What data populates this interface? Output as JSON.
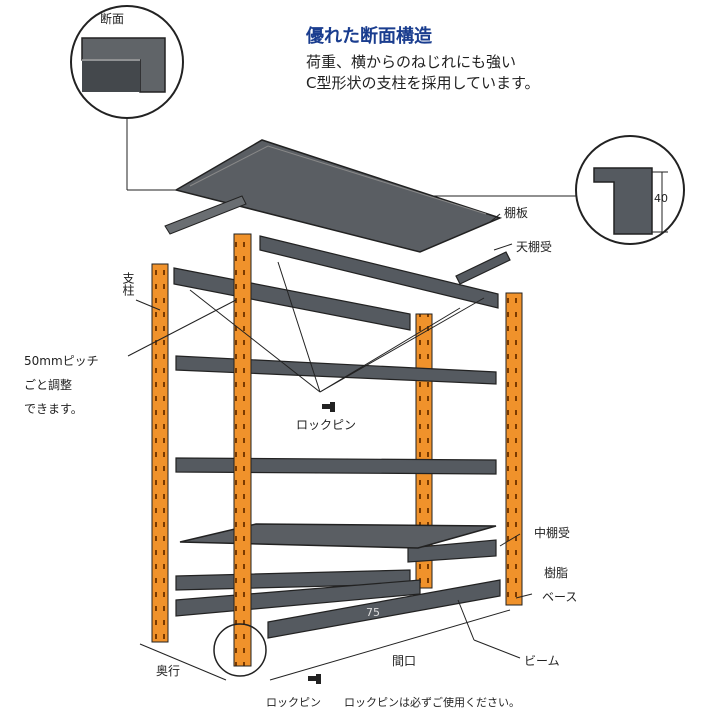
{
  "headline": {
    "title": "優れた断面構造",
    "line1": "荷重、横からのねじれにも強い",
    "line2": "C型形状の支柱を採用しています。"
  },
  "callouts": {
    "section": "断面",
    "dimension": "40",
    "shelf_board": "棚板",
    "top_shelf_support": "天棚受",
    "post": "支柱",
    "pitch_line1": "50mmピッチ",
    "pitch_line2": "ごと調整",
    "pitch_line3": "できます。",
    "lock_pin": "ロックピン",
    "middle_shelf_support": "中棚受",
    "resin": "樹脂",
    "base": "ベース",
    "beam": "ビーム",
    "depth": "奥行",
    "width": "間口",
    "beam_number": "75",
    "bottom_lock_pin": "ロックピン",
    "bottom_note": "ロックピンは必ずご使用ください。"
  },
  "colors": {
    "post_orange": "#f0922b",
    "steel_gray": "#555a60",
    "dark_line": "#222222",
    "title_blue": "#1a3d8f"
  }
}
